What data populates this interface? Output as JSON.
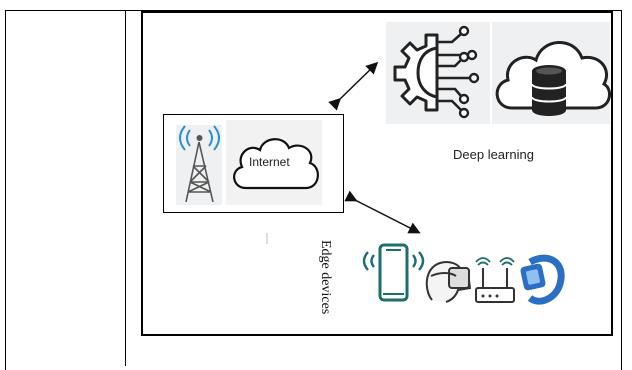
{
  "diagram": {
    "internet_label": "Internet",
    "deep_learning_label": "Deep learning",
    "edge_devices_label": "Edge devices",
    "icons": [
      "cell-tower-icon",
      "cloud-icon",
      "gear-circuit-icon",
      "cloud-database-icon",
      "smartphone-icon",
      "vr-headset-icon",
      "wifi-router-icon",
      "smartwatch-icon"
    ],
    "colors": {
      "accent_teal": "#1f6e6e",
      "wifi_blue": "#2a8fd6",
      "watch_blue": "#2a6fc4",
      "icon_dark": "#2b2b2b"
    }
  }
}
